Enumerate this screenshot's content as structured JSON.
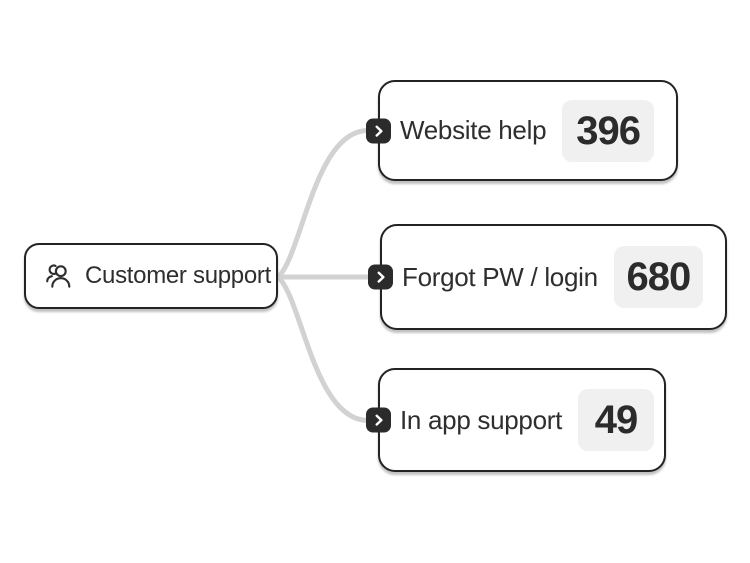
{
  "diagram": {
    "type": "mindmap",
    "root": {
      "label": "Customer support",
      "icon": "users-icon"
    },
    "children": [
      {
        "label": "Website help",
        "count": "396"
      },
      {
        "label": "Forgot PW / login",
        "count": "680"
      },
      {
        "label": "In app support",
        "count": "49"
      }
    ],
    "colors": {
      "node_background": "#ffffff",
      "node_border": "#232323",
      "badge_background": "#f0f0f0",
      "text": "#2e2e2e",
      "connector": "#d2d2d2",
      "tab_background": "#2b2b2b",
      "tab_chevron": "#ffffff"
    }
  }
}
